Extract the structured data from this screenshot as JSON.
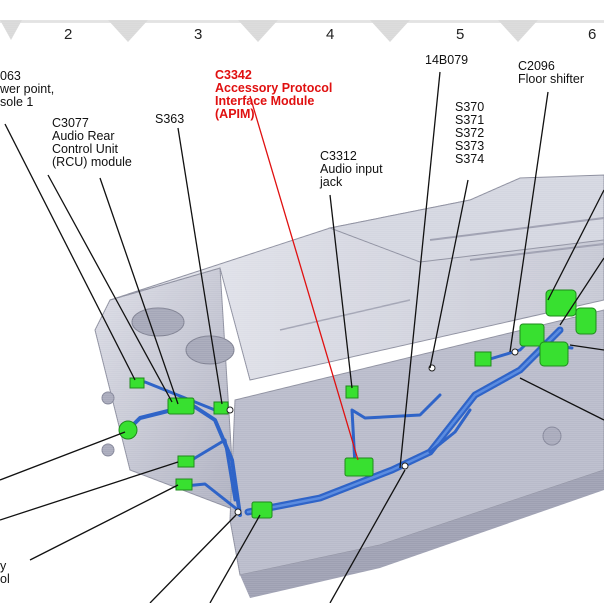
{
  "columns": [
    "2",
    "3",
    "4",
    "5",
    "6"
  ],
  "labels": {
    "power_point": "063\nwer point,\nsole 1",
    "rcu": "C3077\nAudio Rear\nControl Unit\n(RCU) module",
    "s363": "S363",
    "apim": "C3342\nAccessory Protocol\nInterface Module\n(APIM)",
    "c3312": "C3312\nAudio input\njack",
    "b079": "14B079",
    "splices": "S370\nS371\nS372\nS373\nS374",
    "c2096": "C2096\nFloor shifter",
    "bottom_left": "y\nol"
  },
  "colors": {
    "accent": "#e01010",
    "connector": "#38e030",
    "harness": "#2f64c8",
    "console": "#c9cbd8"
  }
}
